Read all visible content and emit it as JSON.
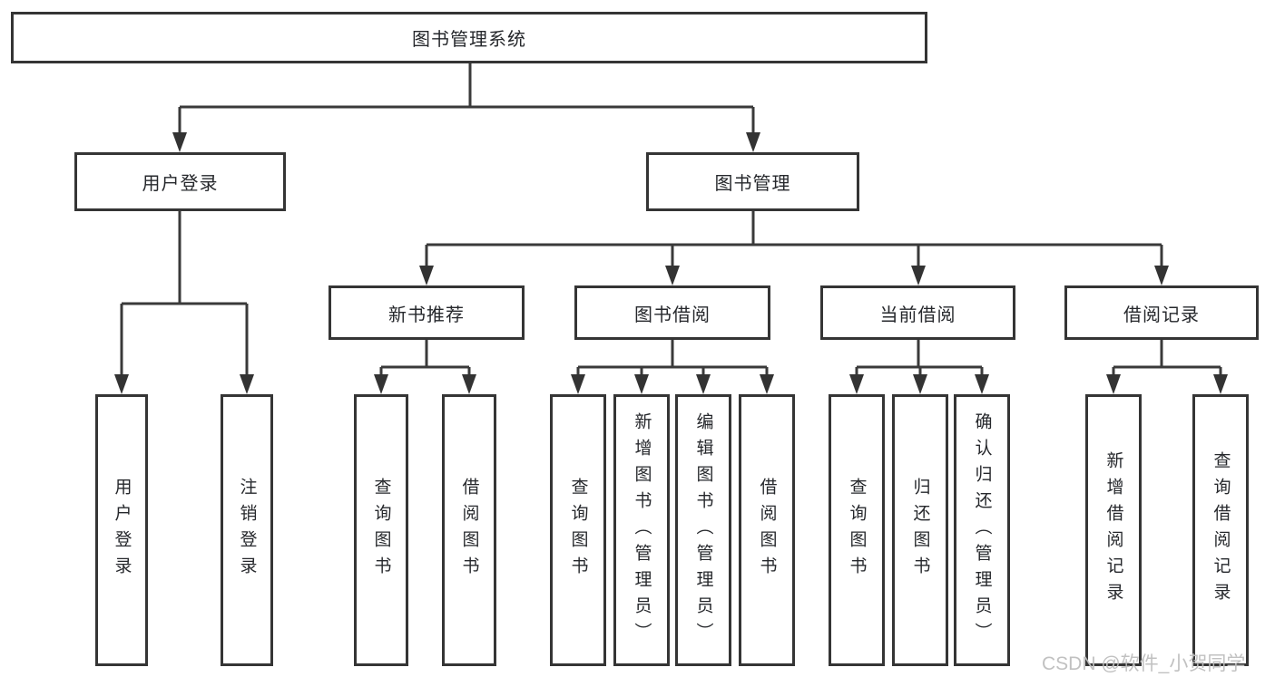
{
  "diagram": {
    "type": "tree",
    "colors": {
      "line": "#3a3a3a",
      "border": "#353535",
      "text": "#26282c",
      "background": "#ffffff",
      "watermark": "#bebebe"
    },
    "tree": {
      "root": {
        "label": "图书管理系统",
        "children": [
          {
            "label": "用户登录",
            "children": [
              {
                "label": "用户登录"
              },
              {
                "label": "注销登录"
              }
            ]
          },
          {
            "label": "图书管理",
            "children": [
              {
                "label": "新书推荐",
                "children": [
                  {
                    "label": "查询图书"
                  },
                  {
                    "label": "借阅图书"
                  }
                ]
              },
              {
                "label": "图书借阅",
                "children": [
                  {
                    "label": "查询图书"
                  },
                  {
                    "label": "新增图书（管理员）"
                  },
                  {
                    "label": "编辑图书（管理员）"
                  },
                  {
                    "label": "借阅图书"
                  }
                ]
              },
              {
                "label": "当前借阅",
                "children": [
                  {
                    "label": "查询图书"
                  },
                  {
                    "label": "归还图书"
                  },
                  {
                    "label": "确认归还（管理员）"
                  }
                ]
              },
              {
                "label": "借阅记录",
                "children": [
                  {
                    "label": "新增借阅记录"
                  },
                  {
                    "label": "查询借阅记录"
                  }
                ]
              }
            ]
          }
        ]
      }
    },
    "watermark": {
      "text": "CSDN @软件_小贺同学"
    }
  }
}
